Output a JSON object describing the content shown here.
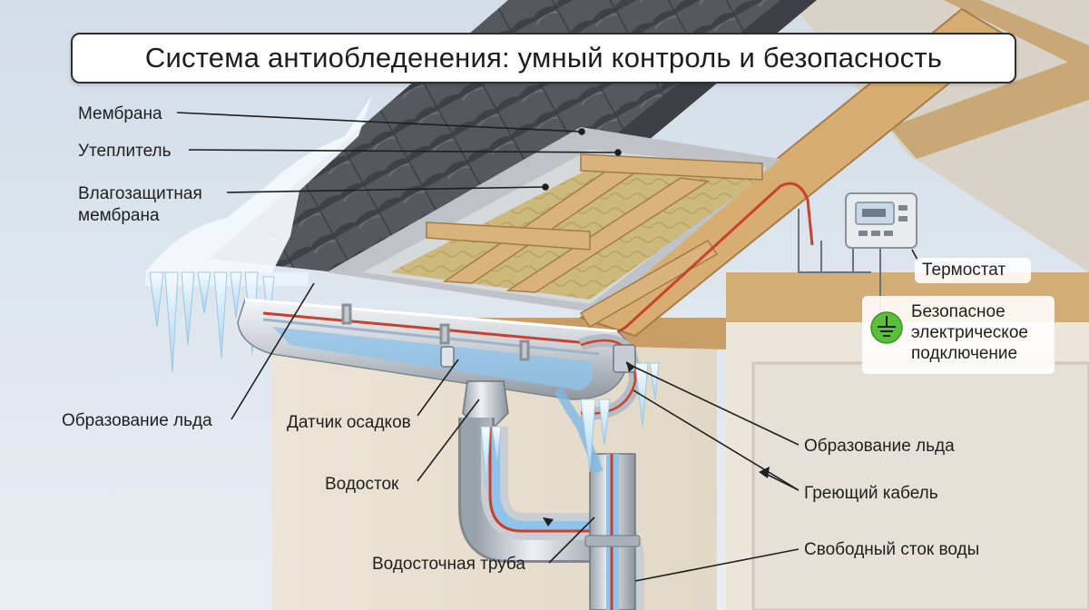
{
  "title": "Система антиобледенения: умный контроль и безопасность",
  "labels": {
    "membrane": "Мембрана",
    "insulation": "Утеплитель",
    "vapor_membrane_1": "Влагозащитная",
    "vapor_membrane_2": "мембрана",
    "ice_left": "Образование льда",
    "rain_sensor": "Датчик осадков",
    "gutter_outlet": "Водосток",
    "downpipe": "Водосточная труба",
    "thermostat": "Термостат",
    "safe_connection_1": "Безопасное",
    "safe_connection_2": "электрическое",
    "safe_connection_3": "подключение",
    "ice_right": "Образование льда",
    "heating_cable": "Греющий кабель",
    "free_drain": "Свободный сток воды"
  },
  "colors": {
    "cable": "#c8412e",
    "water": "#7fb8e6",
    "ground_symbol": "#5cbf3a",
    "wood": "#d9b27c",
    "insulation": "#cbb77a",
    "tile": "#4f5358"
  },
  "icons": [
    "ground-symbol-icon",
    "thermostat-icon"
  ]
}
